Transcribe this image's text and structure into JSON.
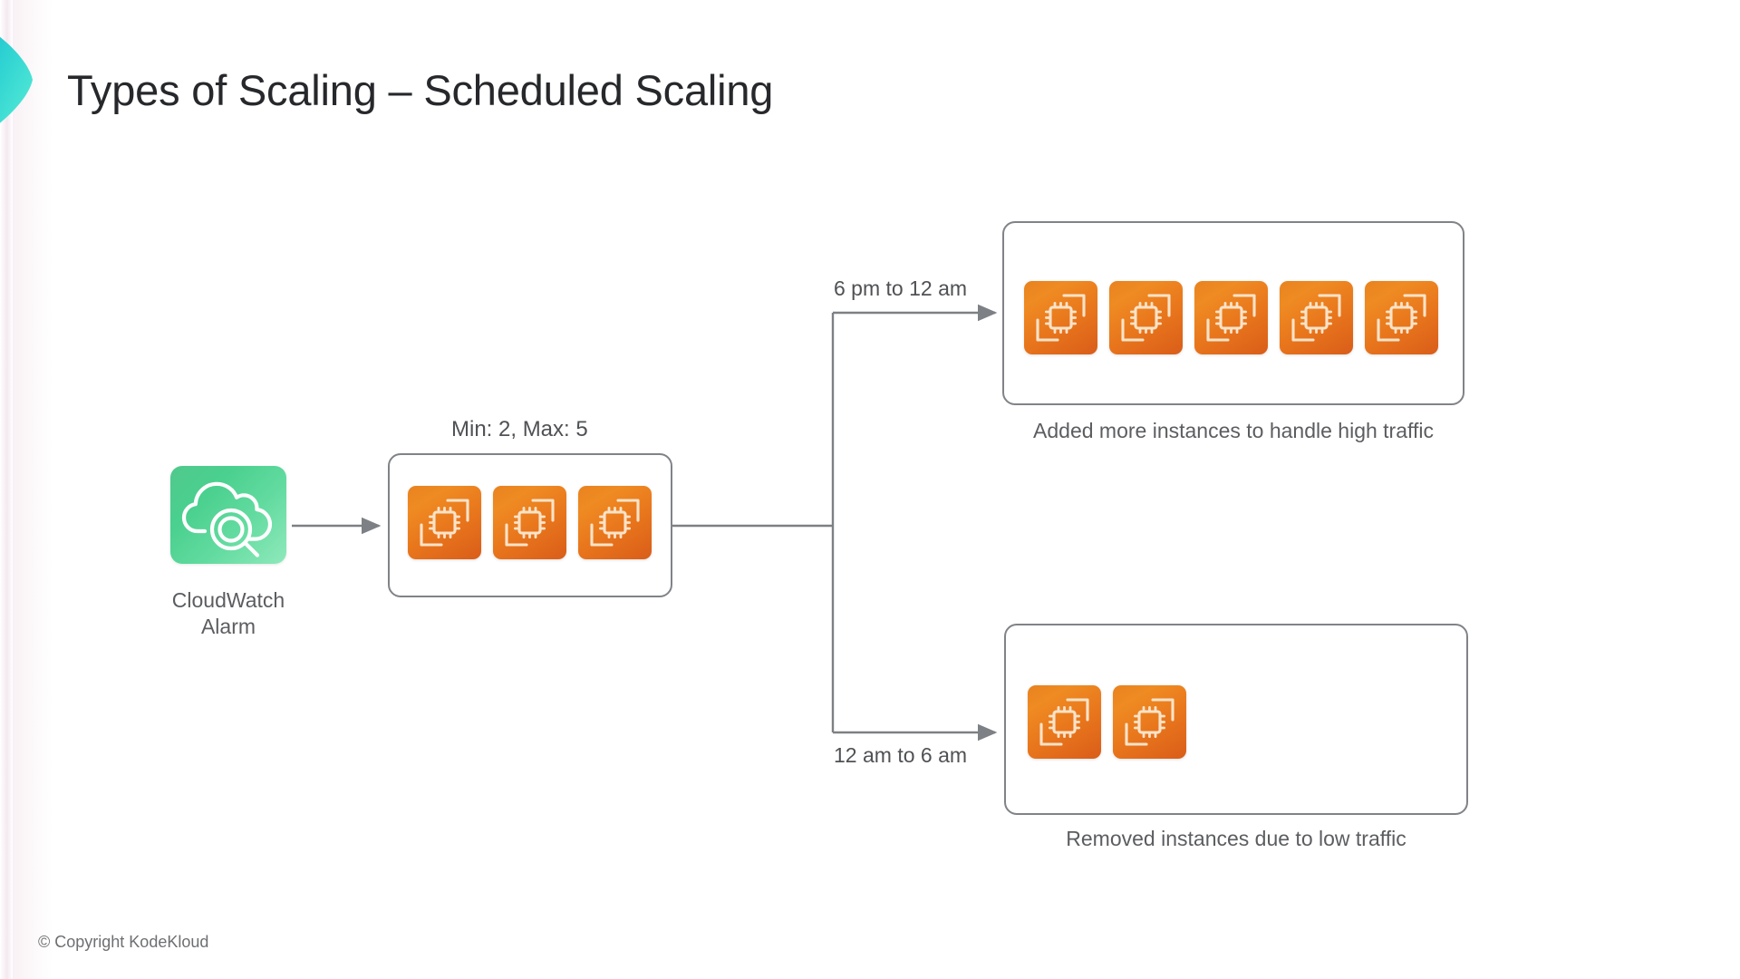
{
  "slide": {
    "title": "Types of Scaling – Scheduled Scaling",
    "footer": "© Copyright KodeKloud",
    "background_color": "#ffffff"
  },
  "brand": {
    "logo_name": "kodekloud-chevron-logo",
    "logo_gradient_from": "#19c6d4",
    "logo_gradient_to": "#4fe6d0"
  },
  "colors": {
    "title_text": "#26282b",
    "body_text": "#5b5d60",
    "connector": "#808387",
    "box_border": "#808387",
    "ec2_orange_light": "#ef8b22",
    "ec2_orange_dark": "#d95d19",
    "cloudwatch_green_light": "#8fe9bb",
    "cloudwatch_green_dark": "#4fc98c"
  },
  "nodes": {
    "cloudwatch": {
      "icon_name": "cloudwatch-alarm-icon",
      "label": "CloudWatch\nAlarm"
    },
    "asg": {
      "minmax_label": "Min: 2, Max: 5",
      "instance_count": 3,
      "instance_icon_name": "ec2-instance-icon"
    },
    "scale_out": {
      "instance_count": 5,
      "caption": "Added more instances to handle high traffic"
    },
    "scale_in": {
      "instance_count": 2,
      "caption": "Removed instances due to low traffic"
    }
  },
  "edges": {
    "alarm_to_asg": {
      "label": "",
      "arrow": true
    },
    "top_branch": {
      "label": "6 pm to 12 am",
      "arrow": true
    },
    "bottom_branch": {
      "label": "12 am to 6 am",
      "arrow": true
    }
  }
}
